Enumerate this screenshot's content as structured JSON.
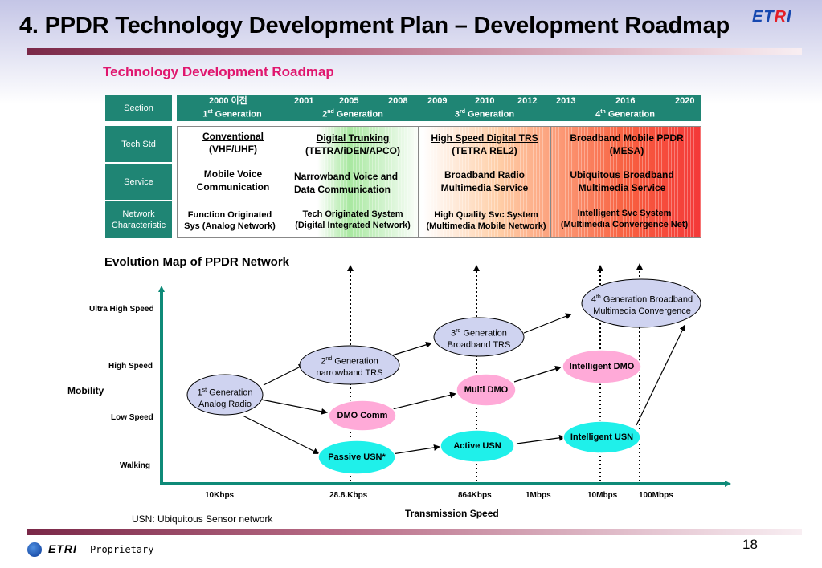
{
  "slide": {
    "title": "4. PPDR Technology Development Plan – Development Roadmap",
    "subtitle": "Technology Development Roadmap",
    "page_number": "18",
    "footer_note": "USN: Ubiquitous Sensor network",
    "proprietary": "Proprietary",
    "logo_parts": [
      "ET",
      "R",
      "I"
    ],
    "footer_logo": "ETRI"
  },
  "colors": {
    "accent_pink": "#e0166e",
    "teal": "#1f8574",
    "green": "#a8e8a0",
    "red": "#f43838",
    "bubble_blue": "#cfd3f0",
    "bubble_pink": "#ffaad8",
    "bubble_cyan": "#1ff0ea"
  },
  "roadmap": {
    "section_label": "Section",
    "generations": [
      {
        "years": [
          "2000 이전"
        ],
        "ordinal": "1",
        "suffix": "st",
        "label": " Generation"
      },
      {
        "years": [
          "2001",
          "2005",
          "2008"
        ],
        "ordinal": "2",
        "suffix": "nd",
        "label": " Generation"
      },
      {
        "years": [
          "2009",
          "2010",
          "2012"
        ],
        "ordinal": "3",
        "suffix": "rd",
        "label": " Generation"
      },
      {
        "years": [
          "2013",
          "2016",
          "2020"
        ],
        "ordinal": "4",
        "suffix": "th",
        "label": " Generation"
      }
    ],
    "rows": [
      {
        "label": [
          "Tech Std"
        ],
        "cells": [
          [
            "Conventional",
            "(VHF/UHF)"
          ],
          [
            "Digital Trunking",
            "(TETRA/iDEN/APCO)"
          ],
          [
            "High Speed Digital TRS",
            "(TETRA REL2)"
          ],
          [
            "Broadband Mobile PPDR",
            "(MESA)"
          ]
        ]
      },
      {
        "label": [
          "Service"
        ],
        "cells": [
          [
            "Mobile Voice",
            "Communication"
          ],
          [
            "Narrowband Voice and",
            "Data Communication"
          ],
          [
            "Broadband Radio",
            "Multimedia Service"
          ],
          [
            "Ubiquitous Broadband",
            "Multimedia Service"
          ]
        ]
      },
      {
        "label": [
          "Network",
          "Characteristic"
        ],
        "cells": [
          [
            "Function Originated",
            "Sys (Analog Network)"
          ],
          [
            "Tech Originated System",
            "(Digital Integrated Network)"
          ],
          [
            "High Quality Svc System",
            "(Multimedia Mobile Network)"
          ],
          [
            "Intelligent Svc System",
            "(Multimedia Convergence Net)"
          ]
        ]
      }
    ]
  },
  "evolution": {
    "title": "Evolution Map of PPDR Network",
    "y_axis_label": "Mobility",
    "x_axis_label": "Transmission Speed",
    "mobility_levels": [
      "Ultra High Speed",
      "High Speed",
      "Low Speed",
      "Walking"
    ],
    "speeds": [
      "10Kbps",
      "28.8.Kbps",
      "864Kbps",
      "1Mbps",
      "10Mbps",
      "100Mbps"
    ],
    "nodes": {
      "gen1": {
        "pre": "1",
        "sup": "st",
        "post": " Generation",
        "line2": "Analog Radio"
      },
      "gen2": {
        "pre": "2",
        "sup": "nd",
        "post": " Generation",
        "line2": "narrowband TRS"
      },
      "gen3": {
        "pre": "3",
        "sup": "rd",
        "post": " Generation",
        "line2": "Broadband TRS"
      },
      "gen4": {
        "pre": "4",
        "sup": "th",
        "post": " Generation Broadband",
        "line2": "Multimedia Convergence"
      },
      "dmo_comm": "DMO Comm",
      "multi_dmo": "Multi  DMO",
      "intelligent_dmo": "Intelligent DMO",
      "passive_usn": "Passive  USN*",
      "active_usn": "Active USN",
      "intelligent_usn": "Intelligent USN"
    }
  }
}
